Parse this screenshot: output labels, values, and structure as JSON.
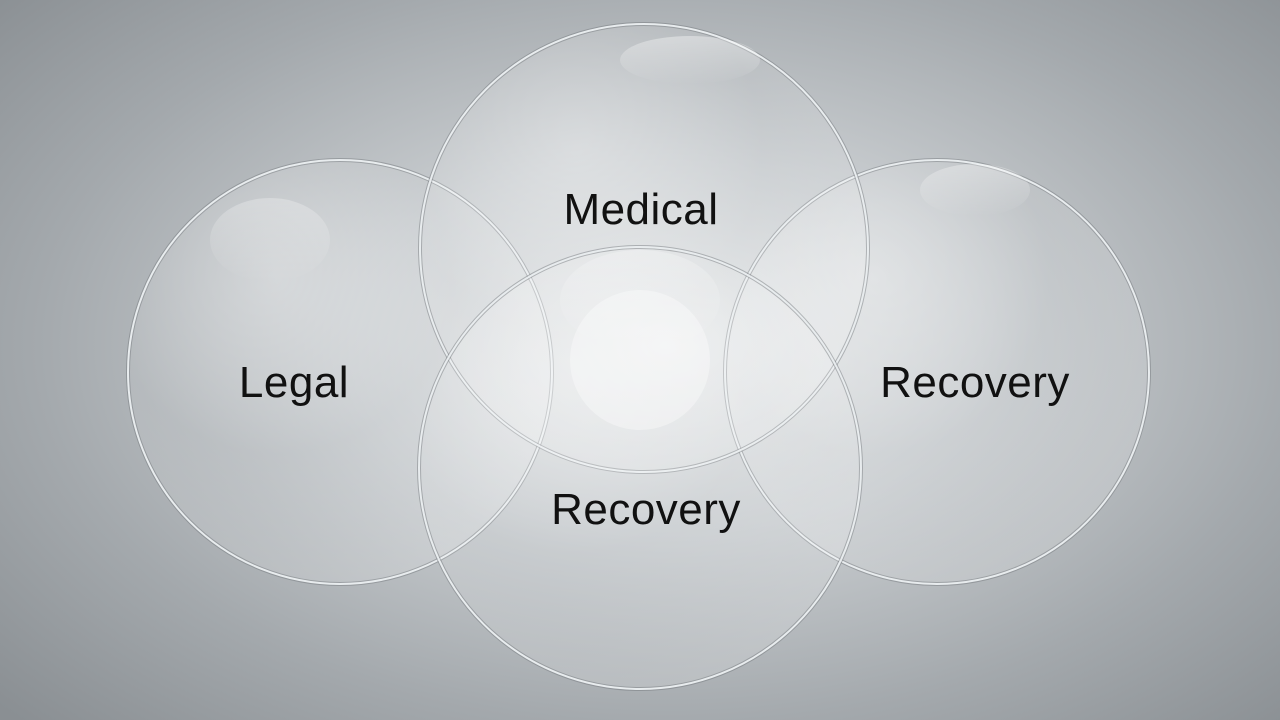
{
  "diagram": {
    "circles": [
      {
        "id": "medical",
        "label": "Medical"
      },
      {
        "id": "legal",
        "label": "Legal"
      },
      {
        "id": "recovery-right",
        "label": "Recovery"
      },
      {
        "id": "recovery-bottom",
        "label": "Recovery"
      }
    ],
    "colors": {
      "background_center": "#e9ebec",
      "background_edge": "#8a8f93",
      "circle_stroke": "#e8ecee",
      "circle_shadow": "#6f7478",
      "label_text": "#111111"
    }
  }
}
